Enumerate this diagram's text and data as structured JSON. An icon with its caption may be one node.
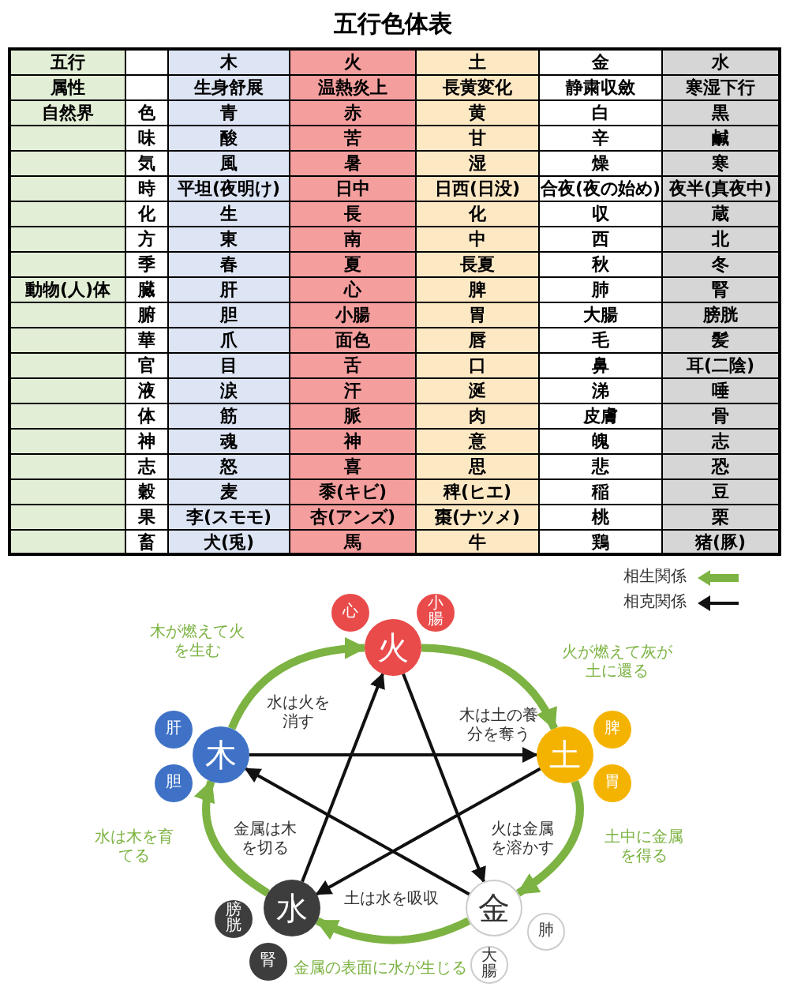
{
  "diagram": {
    "title": "五行色体表",
    "nodes": [
      {
        "text": [
          "心"
        ]
      },
      {
        "text": [
          "小腸"
        ]
      },
      {
        "text": [
          "火"
        ]
      },
      {
        "text": [
          "肝"
        ]
      },
      {
        "text": [
          "脾"
        ]
      },
      {
        "text": [
          "木"
        ]
      },
      {
        "text": [
          "土"
        ]
      },
      {
        "text": [
          "胆"
        ]
      },
      {
        "text": [
          "胃"
        ]
      },
      {
        "text": [
          "膀胱"
        ]
      },
      {
        "text": [
          "肺"
        ]
      },
      {
        "text": [
          "水"
        ]
      },
      {
        "text": [
          "金"
        ]
      },
      {
        "text": [
          "腎"
        ]
      },
      {
        "text": [
          "大腸"
        ]
      }
    ],
    "edges": [
      {
        "from": 5,
        "to": 2,
        "arrow": "to",
        "label": "木が燃えて火を生む",
        "style": "thick",
        "color": "#7cb342"
      },
      {
        "from": 2,
        "to": 6,
        "arrow": "to",
        "label": "火が燃えて灰が土に還る",
        "style": "thick",
        "color": "#7cb342"
      },
      {
        "from": 6,
        "to": 12,
        "arrow": "to",
        "label": "土中に金属を得る",
        "style": "thick",
        "color": "#7cb342"
      },
      {
        "from": 12,
        "to": 11,
        "arrow": "to",
        "label": "金属の表面に水が生じる",
        "style": "thick",
        "color": "#7cb342"
      },
      {
        "from": 11,
        "to": 5,
        "arrow": "to",
        "label": "水は木を育てる",
        "style": "thick",
        "color": "#7cb342"
      },
      {
        "from": 5,
        "to": 6,
        "arrow": "to",
        "label": "木は土の養分を奪う",
        "color": "#111111"
      },
      {
        "from": 6,
        "to": 11,
        "arrow": "to",
        "label": "土は水を吸収",
        "color": "#111111"
      },
      {
        "from": 11,
        "to": 2,
        "arrow": "to",
        "label": "水は火を消す",
        "color": "#111111"
      },
      {
        "from": 2,
        "to": 12,
        "arrow": "to",
        "label": "火は金属を溶かす",
        "color": "#111111"
      },
      {
        "from": 12,
        "to": 5,
        "arrow": "to",
        "label": "金属は木を切る",
        "color": "#111111"
      }
    ],
    "labels": [
      "五行",
      "木",
      "火",
      "土",
      "金",
      "水",
      "属性",
      "生身舒展",
      "温熱炎上",
      "長黄変化",
      "静粛収斂",
      "寒湿下行",
      "自然界",
      "色",
      "青",
      "赤",
      "黄",
      "白",
      "黒",
      "味",
      "酸",
      "苦",
      "甘",
      "辛",
      "鹹",
      "気",
      "風",
      "暑",
      "湿",
      "燥",
      "寒",
      "時",
      "平坦(夜明け)",
      "日中",
      "日西(日没)",
      "合夜(夜の始め)",
      "夜半(真夜中)",
      "化",
      "生",
      "長",
      "化",
      "収",
      "蔵",
      "方",
      "東",
      "南",
      "中",
      "西",
      "北",
      "季",
      "春",
      "夏",
      "長夏",
      "秋",
      "冬",
      "動物(人)体",
      "臓",
      "肝",
      "心",
      "脾",
      "肺",
      "腎",
      "腑",
      "胆",
      "小腸",
      "胃",
      "大腸",
      "膀胱",
      "華",
      "爪",
      "面色",
      "唇",
      "毛",
      "髪",
      "官",
      "目",
      "舌",
      "口",
      "鼻",
      "耳(二陰)",
      "液",
      "涙",
      "汗",
      "涎",
      "涕",
      "唾",
      "体",
      "筋",
      "脈",
      "肉",
      "皮膚",
      "骨",
      "神",
      "魂",
      "神",
      "意",
      "魄",
      "志",
      "志",
      "怒",
      "喜",
      "思",
      "悲",
      "恐",
      "穀",
      "麦",
      "黍(キビ)",
      "稗(ヒエ)",
      "稲",
      "豆",
      "果",
      "李(スモモ)",
      "杏(アンズ)",
      "棗(ナツメ)",
      "桃",
      "栗",
      "畜",
      "犬(兎)",
      "馬",
      "牛",
      "鶏",
      "猪(豚)"
    ],
    "legend": [
      {
        "text": "相生関係"
      },
      {
        "text": "相克関係"
      }
    ]
  }
}
